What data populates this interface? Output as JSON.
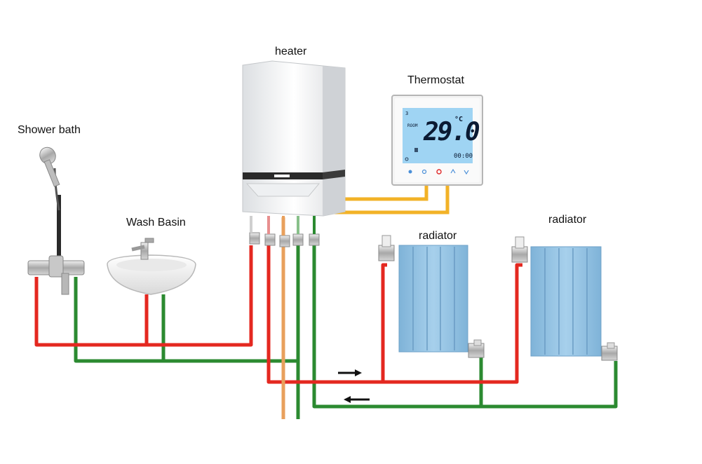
{
  "labels": {
    "heater": "heater",
    "thermostat": "Thermostat",
    "shower": "Shower bath",
    "basin": "Wash Basin",
    "radiator_left": "radiator",
    "radiator_right": "radiator"
  },
  "thermostat_display": {
    "temperature": "29.0",
    "unit": "°C",
    "mode": "ROOM",
    "program": "3",
    "time": "00:00"
  },
  "colors": {
    "hot_pipe": "#e42820",
    "return_pipe": "#2b8a30",
    "gas_pipe": "#e8a05c",
    "thermostat_wire": "#f2b227",
    "radiator": "#8fc0e2",
    "lcd": "#9fd4f3"
  },
  "icons": {
    "flow_forward": "arrow-right-icon",
    "flow_return": "arrow-left-icon"
  }
}
